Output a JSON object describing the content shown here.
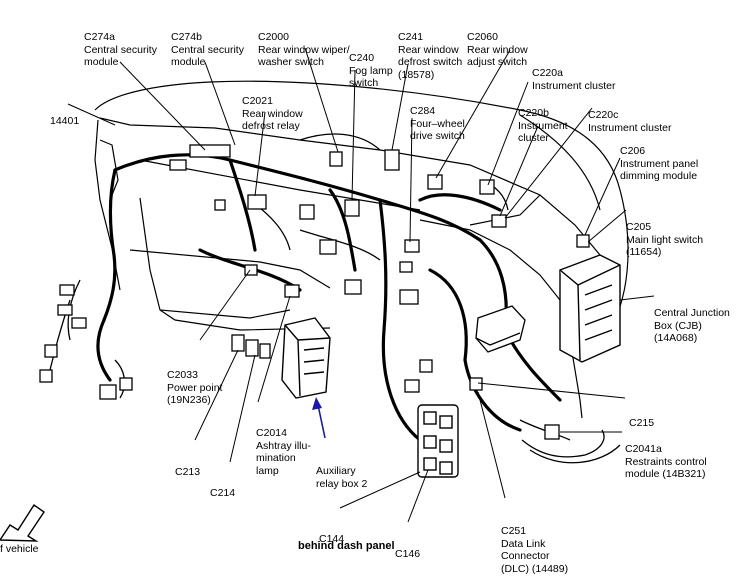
{
  "caption": "behind dash panel",
  "front_indicator": "f vehicle",
  "labels": {
    "c274a": [
      "C274a",
      "Central security",
      "module"
    ],
    "c274b": [
      "C274b",
      "Central security",
      "module"
    ],
    "c2000": [
      "C2000",
      "Rear window wiper/",
      "washer switch"
    ],
    "c240": [
      "C240",
      "Fog lamp",
      "switch"
    ],
    "c241": [
      "C241",
      "Rear window",
      "defrost switch",
      "(18578)"
    ],
    "c2060": [
      "C2060",
      "Rear window",
      "adjust switch"
    ],
    "c220a": [
      "C220a",
      "Instrument cluster"
    ],
    "c2021": [
      "C2021",
      "Rear window",
      "defrost relay"
    ],
    "n14401": [
      "14401"
    ],
    "c284": [
      "C284",
      "Four–wheel",
      "drive switch"
    ],
    "c220b": [
      "C220b",
      "Instrument",
      "cluster"
    ],
    "c220c": [
      "C220c",
      "Instrument cluster"
    ],
    "c206": [
      "C206",
      "Instrument panel",
      "dimming module"
    ],
    "c205": [
      "C205",
      "Main light switch",
      "(11654)"
    ],
    "cjb": [
      "Central Junction",
      "Box (CJB)",
      "(14A068)"
    ],
    "c2033": [
      "C2033",
      "Power point",
      "(19N236)"
    ],
    "c215": [
      "C215"
    ],
    "c2014": [
      "C2014",
      "Ashtray illu-",
      "mination",
      "lamp"
    ],
    "c213": [
      "C213"
    ],
    "c214": [
      "C214"
    ],
    "relay2": [
      "Auxiliary",
      "relay box 2"
    ],
    "c2041a": [
      "C2041a",
      "Restraints control",
      "module (14B321)"
    ],
    "c144": [
      "C144"
    ],
    "c146": [
      "C146"
    ],
    "c251": [
      "C251",
      "Data Link",
      "Connector",
      "(DLC) (14489)"
    ]
  },
  "colors": {
    "line": "#000000",
    "pointer_blue": "#1a1aa6",
    "background": "#ffffff"
  }
}
